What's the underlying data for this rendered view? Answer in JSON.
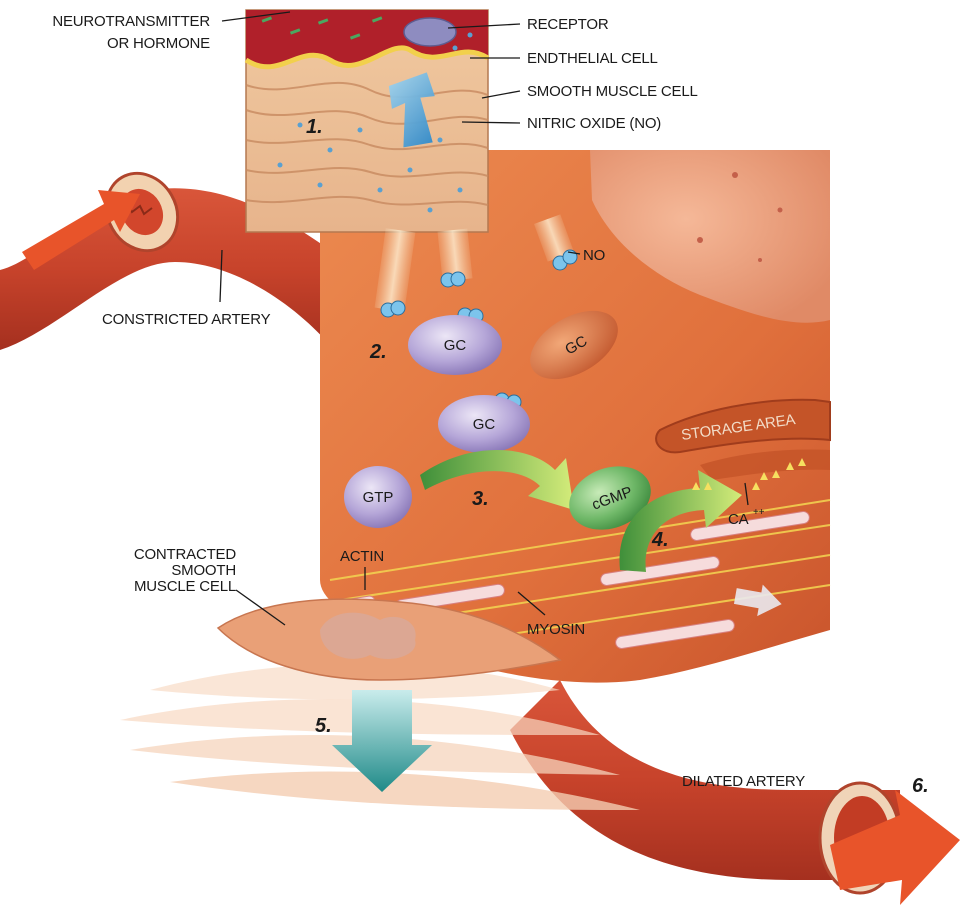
{
  "labels": {
    "neurotransmitter_line1": "NEUROTRANSMITTER",
    "neurotransmitter_line2": "OR HORMONE",
    "receptor": "RECEPTOR",
    "endothelial_cell": "ENDTHELIAL CELL",
    "smooth_muscle_cell": "SMOOTH MUSCLE CELL",
    "nitric_oxide": "NITRIC OXIDE (NO)",
    "constricted_artery": "CONSTRICTED ARTERY",
    "no": "NO",
    "storage_area": "STORAGE AREA",
    "calcium": "CA",
    "calcium_charge": "++",
    "contracted_line1": "CONTRACTED",
    "contracted_line2": "SMOOTH",
    "contracted_line3": "MUSCLE CELL",
    "actin": "ACTIN",
    "myosin": "MYOSIN",
    "dilated_artery": "DILATED ARTERY"
  },
  "molecules": {
    "gc": "GC",
    "gtp": "GTP",
    "cgmp": "cGMP"
  },
  "steps": [
    "1.",
    "2.",
    "3.",
    "4.",
    "5.",
    "6."
  ],
  "colors": {
    "artery": "#c7432b",
    "cell_background": "#e0703c",
    "gc_purple": "#9a88c4",
    "cgmp_green": "#4f9b4e",
    "arrow_green": "#a8d04a",
    "arrow_teal": "#2a9a94",
    "arrow_orange": "#e8542a"
  }
}
